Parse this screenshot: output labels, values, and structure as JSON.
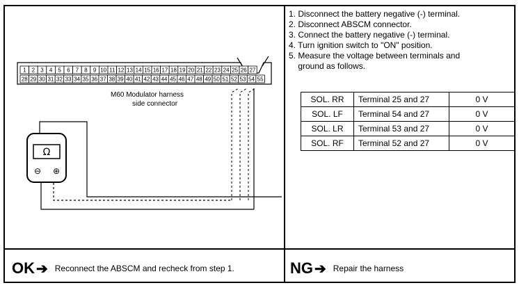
{
  "connector": {
    "top_row": [
      "1",
      "2",
      "3",
      "4",
      "5",
      "6",
      "7",
      "8",
      "9",
      "10",
      "11",
      "12",
      "13",
      "14",
      "15",
      "16",
      "17",
      "18",
      "19",
      "20",
      "21",
      "22",
      "23",
      "24",
      "25",
      "26",
      "27"
    ],
    "bottom_row": [
      "28",
      "29",
      "30",
      "31",
      "32",
      "33",
      "34",
      "35",
      "36",
      "37",
      "38",
      "39",
      "40",
      "41",
      "42",
      "43",
      "44",
      "45",
      "46",
      "47",
      "48",
      "49",
      "50",
      "51",
      "52",
      "53",
      "54",
      "55"
    ],
    "label_line1": "M60 Modulator harness",
    "label_line2": "side connector"
  },
  "meter": {
    "display_symbol": "Ω",
    "neg_symbol": "⊖",
    "pos_symbol": "⊕"
  },
  "steps": [
    "1. Disconnect the battery negative (-) terminal.",
    "2. Disconnect ABSCM connector.",
    "3. Connect the battery negative (-) terminal.",
    "4. Turn ignition switch to \"ON\" position.",
    "5. Measure the voltage between terminals and",
    "    ground as follows."
  ],
  "table": [
    {
      "sol": "SOL. RR",
      "terminal": "Terminal 25 and 27",
      "value": "0 V"
    },
    {
      "sol": "SOL. LF",
      "terminal": "Terminal 54 and 27",
      "value": "0 V"
    },
    {
      "sol": "SOL. LR",
      "terminal": "Terminal 53 and 27",
      "value": "0 V"
    },
    {
      "sol": "SOL. RF",
      "terminal": "Terminal 52 and 27",
      "value": "0 V"
    }
  ],
  "ok": {
    "label": "OK",
    "arrow": "➔",
    "text": "Reconnect the ABSCM and recheck from step 1."
  },
  "ng": {
    "label": "NG",
    "arrow": "➔",
    "text": "Repair the harness"
  }
}
